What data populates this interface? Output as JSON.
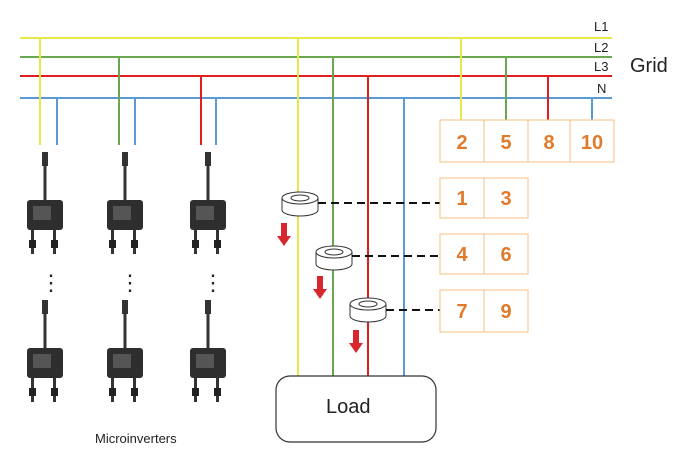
{
  "diagram": {
    "lines": {
      "L1": {
        "label": "L1",
        "color": "#e8e84a"
      },
      "L2": {
        "label": "L2",
        "color": "#6aa84f"
      },
      "L3": {
        "label": "L3",
        "color": "#e02020"
      },
      "N": {
        "label": "N",
        "color": "#5b9bd5"
      }
    },
    "grid_label": "Grid",
    "load_label": "Load",
    "microinverters_label": "Microinverters",
    "ellipsis": "⋮",
    "grid_terminals": [
      "2",
      "5",
      "8",
      "10"
    ],
    "ct_rows": [
      {
        "a": "1",
        "b": "3"
      },
      {
        "a": "4",
        "b": "6"
      },
      {
        "a": "7",
        "b": "9"
      }
    ],
    "terminal_color": "#e07b2c",
    "ct_arrow_color": "#d9262e",
    "icons": {
      "microinverter": "microinverter-icon",
      "ct": "current-transformer-icon",
      "arrow": "arrow-down-icon"
    }
  }
}
